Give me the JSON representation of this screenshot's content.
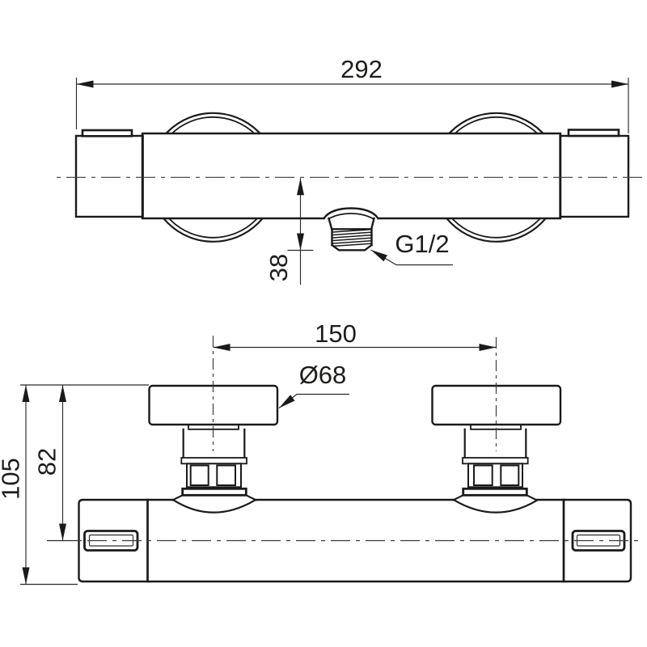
{
  "page": {
    "background": "#ffffff",
    "ink": "#1d1d1b"
  },
  "drawing": {
    "kind": "technical-dimension-drawing",
    "front_view": {
      "overall_width": "292",
      "outlet_drop": "38",
      "outlet_thread": "G1/2"
    },
    "top_view": {
      "handle_spacing": "150",
      "handle_diameter": "Ø68",
      "wall_to_center": "82",
      "overall_depth": "105"
    }
  }
}
